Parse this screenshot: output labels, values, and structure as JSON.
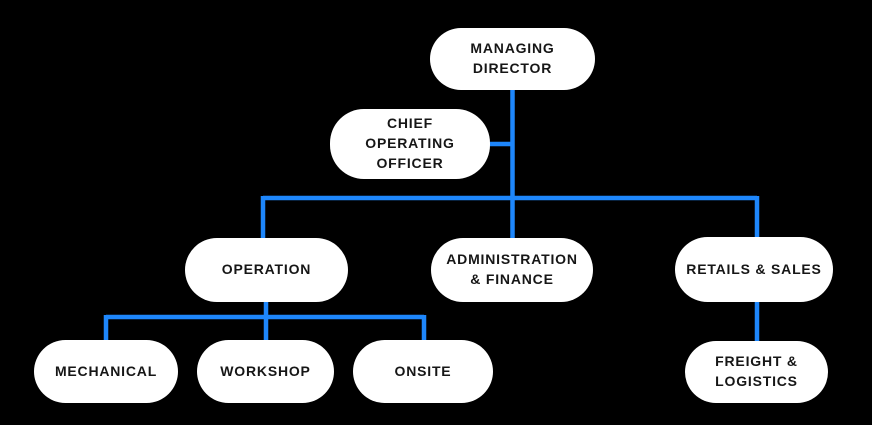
{
  "org_chart": {
    "type": "org-chart",
    "background_color": "#000000",
    "node_fill_color": "#ffffff",
    "node_text_color": "#161616",
    "connector_color": "#1e87fc",
    "nodes": [
      {
        "id": "managing-director",
        "label": "MANAGING\nDIRECTOR"
      },
      {
        "id": "chief-operating-officer",
        "label": "CHIEF\nOPERATING\nOFFICER"
      },
      {
        "id": "operation",
        "label": "OPERATION"
      },
      {
        "id": "administration-finance",
        "label": "ADMINISTRATION\n& FINANCE"
      },
      {
        "id": "retails-sales",
        "label": "RETAILS & SALES"
      },
      {
        "id": "mechanical",
        "label": "MECHANICAL"
      },
      {
        "id": "workshop",
        "label": "WORKSHOP"
      },
      {
        "id": "onsite",
        "label": "ONSITE"
      },
      {
        "id": "freight-logistics",
        "label": "FREIGHT &\nLOGISTICS"
      }
    ],
    "edges": [
      {
        "from": "managing-director",
        "to": "chief-operating-officer"
      },
      {
        "from": "managing-director",
        "to": "operation"
      },
      {
        "from": "managing-director",
        "to": "administration-finance"
      },
      {
        "from": "managing-director",
        "to": "retails-sales"
      },
      {
        "from": "operation",
        "to": "mechanical"
      },
      {
        "from": "operation",
        "to": "workshop"
      },
      {
        "from": "operation",
        "to": "onsite"
      },
      {
        "from": "retails-sales",
        "to": "freight-logistics"
      }
    ]
  }
}
